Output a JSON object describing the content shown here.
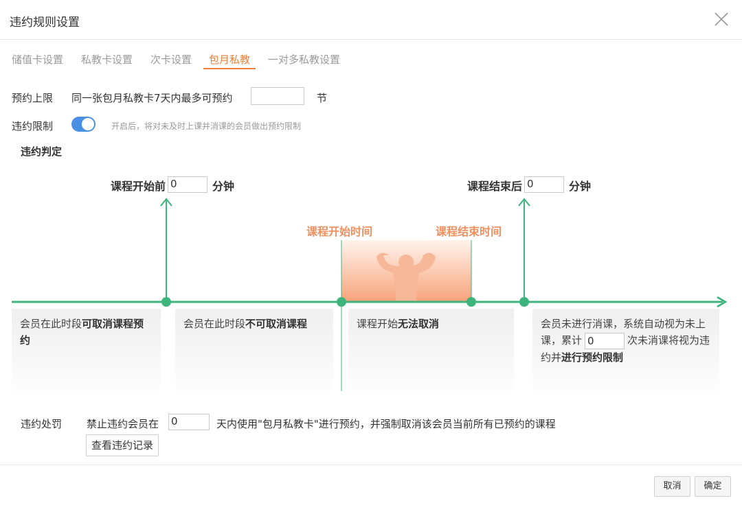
{
  "dialog": {
    "title": "违约规则设置"
  },
  "tabs": [
    {
      "label": "储值卡设置",
      "active": false
    },
    {
      "label": "私教卡设置",
      "active": false
    },
    {
      "label": "次卡设置",
      "active": false
    },
    {
      "label": "包月私教",
      "active": true
    },
    {
      "label": "一对多私教设置",
      "active": false
    }
  ],
  "booking_limit": {
    "label": "预约上限",
    "prefix": "同一张包月私教卡7天内最多可预约",
    "value": "",
    "unit": "节"
  },
  "violation_limit": {
    "label": "违约限制",
    "enabled": true,
    "hint": "开启后，将对未及时上课并消课的会员做出预约限制"
  },
  "judgement": {
    "title": "违约判定",
    "before": {
      "label": "课程开始前",
      "value": "0",
      "unit": "分钟"
    },
    "after": {
      "label": "课程结束后",
      "value": "0",
      "unit": "分钟"
    },
    "start_time": "课程开始时间",
    "end_time": "课程结束时间",
    "box1": {
      "text": "会员在此时段",
      "bold": "可取消课程预约"
    },
    "box2": {
      "text": "会员在此时段",
      "bold": "不可取消课程"
    },
    "box3": {
      "text": "课程开始",
      "bold": "无法取消"
    },
    "box4": {
      "line1": "会员未进行消课，系统自动视为未上课，累计",
      "value": "0",
      "line2": "次未消课将视为违约并",
      "bold": "进行预约限制"
    }
  },
  "penalty": {
    "label": "违约处罚",
    "prefix": "禁止违约会员在",
    "value": "0",
    "suffix": "天内使用\"包月私教卡\"进行预约，并强制取消该会员当前所有已预约的课程",
    "record_button": "查看违约记录"
  },
  "footer": {
    "cancel": "取消",
    "confirm": "确定"
  },
  "colors": {
    "accent": "#f07e3a",
    "timeline": "#3cb47c",
    "toggle": "#4a90e2"
  }
}
